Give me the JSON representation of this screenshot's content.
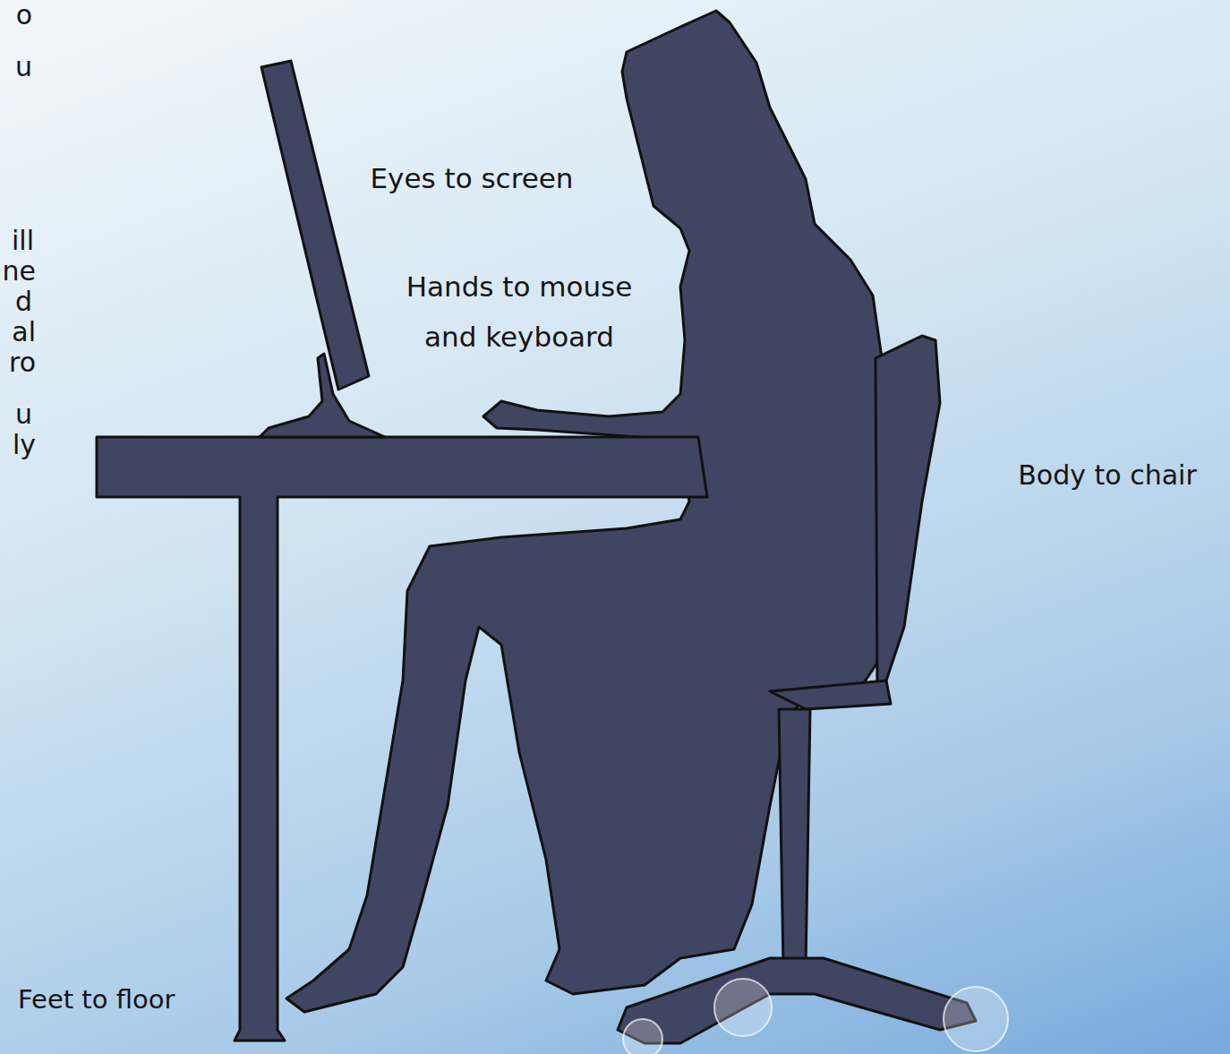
{
  "diagram": {
    "labels": [
      "o",
      "u",
      "ill",
      "ne",
      "d",
      "al",
      "ro",
      "u",
      "ly",
      "Eyes to screen",
      "Hands to mouse and keyboard",
      "Body to chair",
      "Feet to floor"
    ]
  }
}
